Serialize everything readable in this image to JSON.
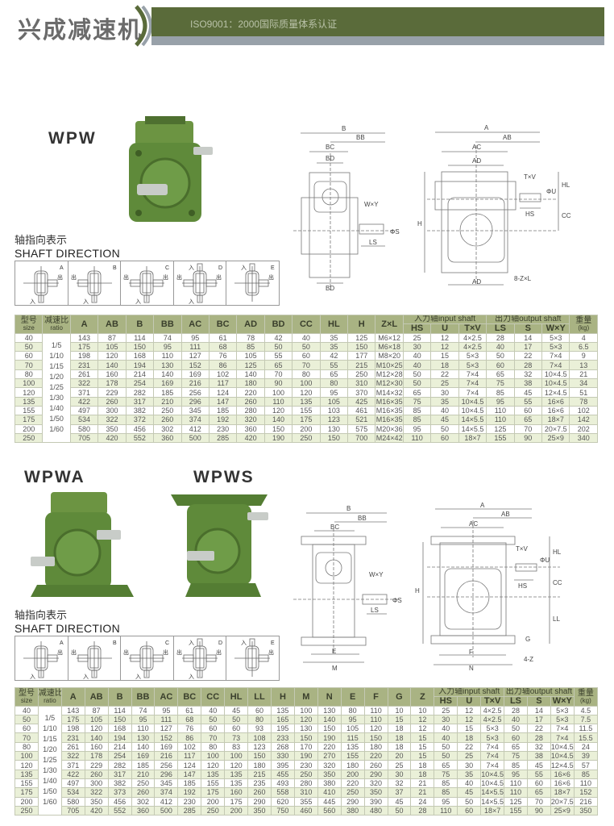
{
  "header": {
    "brand": "兴成减速机",
    "tagline": "ISO9001：2000国际质量体系认证"
  },
  "colors": {
    "band": "#5a6b3a",
    "band_gray": "#98a1a9",
    "table_header": "#a9b383",
    "row_alt": "#eaf0d8",
    "housing": "#5f8a3a"
  },
  "section1": {
    "model": "WPW"
  },
  "section2": {
    "model_a": "WPWA",
    "model_b": "WPWS"
  },
  "shaft_direction": {
    "title_cn": "轴指向表示",
    "title_en": "SHAFT DIRECTION",
    "out": "出",
    "in": "入",
    "boxes": [
      "A",
      "B",
      "C",
      "D",
      "E"
    ]
  },
  "drawing1": {
    "side": [
      "B",
      "BB",
      "BC",
      "BD",
      "W×Y",
      "ΦS",
      "LS",
      "BD"
    ],
    "front": [
      "A",
      "AB",
      "AC",
      "AD",
      "T×V",
      "ΦU",
      "HL",
      "HS",
      "CC",
      "H",
      "AD",
      "8-Z×L"
    ]
  },
  "drawing2": {
    "side": [
      "B",
      "BB",
      "BC",
      "W×Y",
      "ΦS",
      "LS",
      "E",
      "M"
    ],
    "front": [
      "A",
      "AB",
      "AC",
      "T×V",
      "ΦU",
      "HL",
      "HS",
      "CC",
      "H",
      "LL",
      "G",
      "F",
      "N",
      "4-Z"
    ]
  },
  "table1": {
    "input_group": "入力轴input shaft",
    "output_group": "出力轴output shaft",
    "size_label": "型号",
    "size_sub": "size",
    "ratio_label": "减速比",
    "ratio_sub": "ratio",
    "weight_label": "重量",
    "weight_sub": "(kg)",
    "dims": [
      "A",
      "AB",
      "B",
      "BB",
      "AC",
      "BC",
      "AD",
      "BD",
      "CC",
      "HL",
      "H",
      "Z×L"
    ],
    "input_cols": [
      "HS",
      "U",
      "T×V"
    ],
    "output_cols": [
      "LS",
      "S",
      "W×Y"
    ],
    "ratios": [
      "1/5",
      "1/10",
      "1/15",
      "1/20",
      "1/25",
      "1/30",
      "1/40",
      "1/50",
      "1/60"
    ],
    "rows": [
      [
        "40",
        "143",
        "87",
        "114",
        "74",
        "95",
        "61",
        "78",
        "42",
        "40",
        "35",
        "125",
        "M6×12",
        "25",
        "12",
        "4×2.5",
        "28",
        "14",
        "5×3",
        "4"
      ],
      [
        "50",
        "175",
        "105",
        "150",
        "95",
        "111",
        "68",
        "85",
        "50",
        "50",
        "35",
        "150",
        "M6×18",
        "30",
        "12",
        "4×2.5",
        "40",
        "17",
        "5×3",
        "6.5"
      ],
      [
        "60",
        "198",
        "120",
        "168",
        "110",
        "127",
        "76",
        "105",
        "55",
        "60",
        "42",
        "177",
        "M8×20",
        "40",
        "15",
        "5×3",
        "50",
        "22",
        "7×4",
        "9"
      ],
      [
        "70",
        "231",
        "140",
        "194",
        "130",
        "152",
        "86",
        "125",
        "65",
        "70",
        "55",
        "215",
        "M10×25",
        "40",
        "18",
        "5×3",
        "60",
        "28",
        "7×4",
        "13"
      ],
      [
        "80",
        "261",
        "160",
        "214",
        "140",
        "169",
        "102",
        "140",
        "70",
        "80",
        "65",
        "250",
        "M12×28",
        "50",
        "22",
        "7×4",
        "65",
        "32",
        "10×4.5",
        "21"
      ],
      [
        "100",
        "322",
        "178",
        "254",
        "169",
        "216",
        "117",
        "180",
        "90",
        "100",
        "80",
        "310",
        "M12×30",
        "50",
        "25",
        "7×4",
        "75",
        "38",
        "10×4.5",
        "34"
      ],
      [
        "120",
        "371",
        "229",
        "282",
        "185",
        "256",
        "124",
        "220",
        "100",
        "120",
        "95",
        "370",
        "M14×32",
        "65",
        "30",
        "7×4",
        "85",
        "45",
        "12×4.5",
        "51"
      ],
      [
        "135",
        "422",
        "260",
        "317",
        "210",
        "296",
        "147",
        "260",
        "110",
        "135",
        "105",
        "425",
        "M16×35",
        "75",
        "35",
        "10×4.5",
        "95",
        "55",
        "16×6",
        "78"
      ],
      [
        "155",
        "497",
        "300",
        "382",
        "250",
        "345",
        "185",
        "280",
        "120",
        "155",
        "103",
        "461",
        "M16×35",
        "85",
        "40",
        "10×4.5",
        "110",
        "60",
        "16×6",
        "102"
      ],
      [
        "175",
        "534",
        "322",
        "372",
        "260",
        "374",
        "192",
        "320",
        "140",
        "175",
        "123",
        "521",
        "M16×35",
        "85",
        "45",
        "14×5.5",
        "110",
        "65",
        "18×7",
        "142"
      ],
      [
        "200",
        "580",
        "350",
        "456",
        "302",
        "412",
        "230",
        "360",
        "150",
        "200",
        "130",
        "575",
        "M20×36",
        "95",
        "50",
        "14×5.5",
        "125",
        "70",
        "20×7.5",
        "202"
      ],
      [
        "250",
        "705",
        "420",
        "552",
        "360",
        "500",
        "285",
        "420",
        "190",
        "250",
        "150",
        "700",
        "M24×42",
        "110",
        "60",
        "18×7",
        "155",
        "90",
        "25×9",
        "340"
      ]
    ]
  },
  "table2": {
    "input_group": "入力轴input shaft",
    "output_group": "出力轴output shaft",
    "size_label": "型号",
    "size_sub": "size",
    "ratio_label": "减速比",
    "ratio_sub": "ratio",
    "weight_label": "重量",
    "weight_sub": "(kg)",
    "dims": [
      "A",
      "AB",
      "B",
      "BB",
      "AC",
      "BC",
      "CC",
      "HL",
      "LL",
      "H",
      "M",
      "N",
      "E",
      "F",
      "G",
      "Z"
    ],
    "input_cols": [
      "HS",
      "U",
      "T×V"
    ],
    "output_cols": [
      "LS",
      "S",
      "W×Y"
    ],
    "ratios": [
      "1/5",
      "1/10",
      "1/15",
      "1/20",
      "1/25",
      "1/30",
      "1/40",
      "1/50",
      "1/60"
    ],
    "rows": [
      [
        "40",
        "143",
        "87",
        "114",
        "74",
        "95",
        "61",
        "40",
        "45",
        "60",
        "135",
        "100",
        "130",
        "80",
        "110",
        "10",
        "10",
        "25",
        "12",
        "4×2.5",
        "28",
        "14",
        "5×3",
        "4.5"
      ],
      [
        "50",
        "175",
        "105",
        "150",
        "95",
        "111",
        "68",
        "50",
        "50",
        "80",
        "165",
        "120",
        "140",
        "95",
        "110",
        "15",
        "12",
        "30",
        "12",
        "4×2.5",
        "40",
        "17",
        "5×3",
        "7.5"
      ],
      [
        "60",
        "198",
        "120",
        "168",
        "110",
        "127",
        "76",
        "60",
        "60",
        "93",
        "195",
        "130",
        "150",
        "105",
        "120",
        "18",
        "12",
        "40",
        "15",
        "5×3",
        "50",
        "22",
        "7×4",
        "11.5"
      ],
      [
        "70",
        "231",
        "140",
        "194",
        "130",
        "152",
        "86",
        "70",
        "73",
        "108",
        "233",
        "150",
        "190",
        "115",
        "150",
        "18",
        "15",
        "40",
        "18",
        "5×3",
        "60",
        "28",
        "7×4",
        "15.5"
      ],
      [
        "80",
        "261",
        "160",
        "214",
        "140",
        "169",
        "102",
        "80",
        "83",
        "123",
        "268",
        "170",
        "220",
        "135",
        "180",
        "18",
        "15",
        "50",
        "22",
        "7×4",
        "65",
        "32",
        "10×4.5",
        "24"
      ],
      [
        "100",
        "322",
        "178",
        "254",
        "169",
        "216",
        "117",
        "100",
        "100",
        "150",
        "330",
        "190",
        "270",
        "155",
        "220",
        "20",
        "15",
        "50",
        "25",
        "7×4",
        "75",
        "38",
        "10×4.5",
        "39"
      ],
      [
        "120",
        "371",
        "229",
        "282",
        "185",
        "256",
        "124",
        "120",
        "120",
        "180",
        "395",
        "230",
        "320",
        "180",
        "260",
        "25",
        "18",
        "65",
        "30",
        "7×4",
        "85",
        "45",
        "12×4.5",
        "57"
      ],
      [
        "135",
        "422",
        "260",
        "317",
        "210",
        "296",
        "147",
        "135",
        "135",
        "215",
        "455",
        "250",
        "350",
        "200",
        "290",
        "30",
        "18",
        "75",
        "35",
        "10×4.5",
        "95",
        "55",
        "16×6",
        "85"
      ],
      [
        "155",
        "497",
        "300",
        "382",
        "250",
        "345",
        "185",
        "155",
        "135",
        "235",
        "493",
        "280",
        "380",
        "220",
        "320",
        "32",
        "21",
        "85",
        "40",
        "10×4.5",
        "110",
        "60",
        "16×6",
        "110"
      ],
      [
        "175",
        "534",
        "322",
        "373",
        "260",
        "374",
        "192",
        "175",
        "160",
        "260",
        "558",
        "310",
        "410",
        "250",
        "350",
        "37",
        "21",
        "85",
        "45",
        "14×5.5",
        "110",
        "65",
        "18×7",
        "152"
      ],
      [
        "200",
        "580",
        "350",
        "456",
        "302",
        "412",
        "230",
        "200",
        "175",
        "290",
        "620",
        "355",
        "445",
        "290",
        "390",
        "45",
        "24",
        "95",
        "50",
        "14×5.5",
        "125",
        "70",
        "20×7.5",
        "216"
      ],
      [
        "250",
        "705",
        "420",
        "552",
        "360",
        "500",
        "285",
        "250",
        "200",
        "350",
        "750",
        "460",
        "560",
        "380",
        "480",
        "50",
        "28",
        "110",
        "60",
        "18×7",
        "155",
        "90",
        "25×9",
        "350"
      ]
    ]
  }
}
